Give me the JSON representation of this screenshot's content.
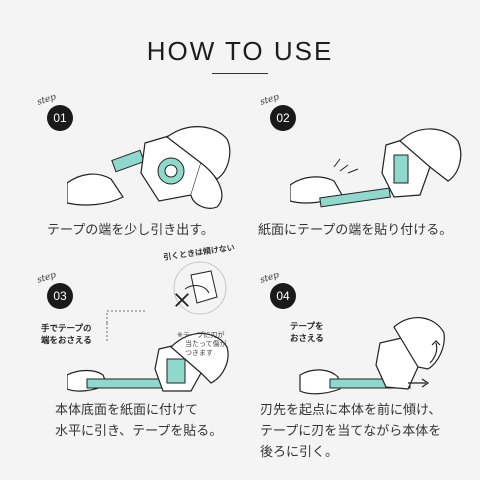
{
  "title": "HOW TO USE",
  "step_tag": "step",
  "steps": [
    {
      "number": "01",
      "caption": "テープの端を少し引き出す。"
    },
    {
      "number": "02",
      "caption": "紙面にテープの端を貼り付ける。"
    },
    {
      "number": "03",
      "caption_line1": "本体底面を紙面に付けて",
      "caption_line2": "水平に引き、テープを貼る。",
      "hand_label_line1": "手でテープの",
      "hand_label_line2": "端をおさえる",
      "warning": "引くときは傾けない",
      "note_line1": "※テープに刃が",
      "note_line2": "当たって傷が",
      "note_line3": "つきます"
    },
    {
      "number": "04",
      "caption_line1": "刃先を起点に本体を前に傾け、",
      "caption_line2": "テープに刃を当てながら本体を",
      "caption_line3": "後ろに引く。",
      "tape_label_line1": "テープを",
      "tape_label_line2": "おさえる"
    }
  ],
  "colors": {
    "tape": "#8fd8cc",
    "ink": "#1a1a1a",
    "background": "#f4f4f4"
  }
}
